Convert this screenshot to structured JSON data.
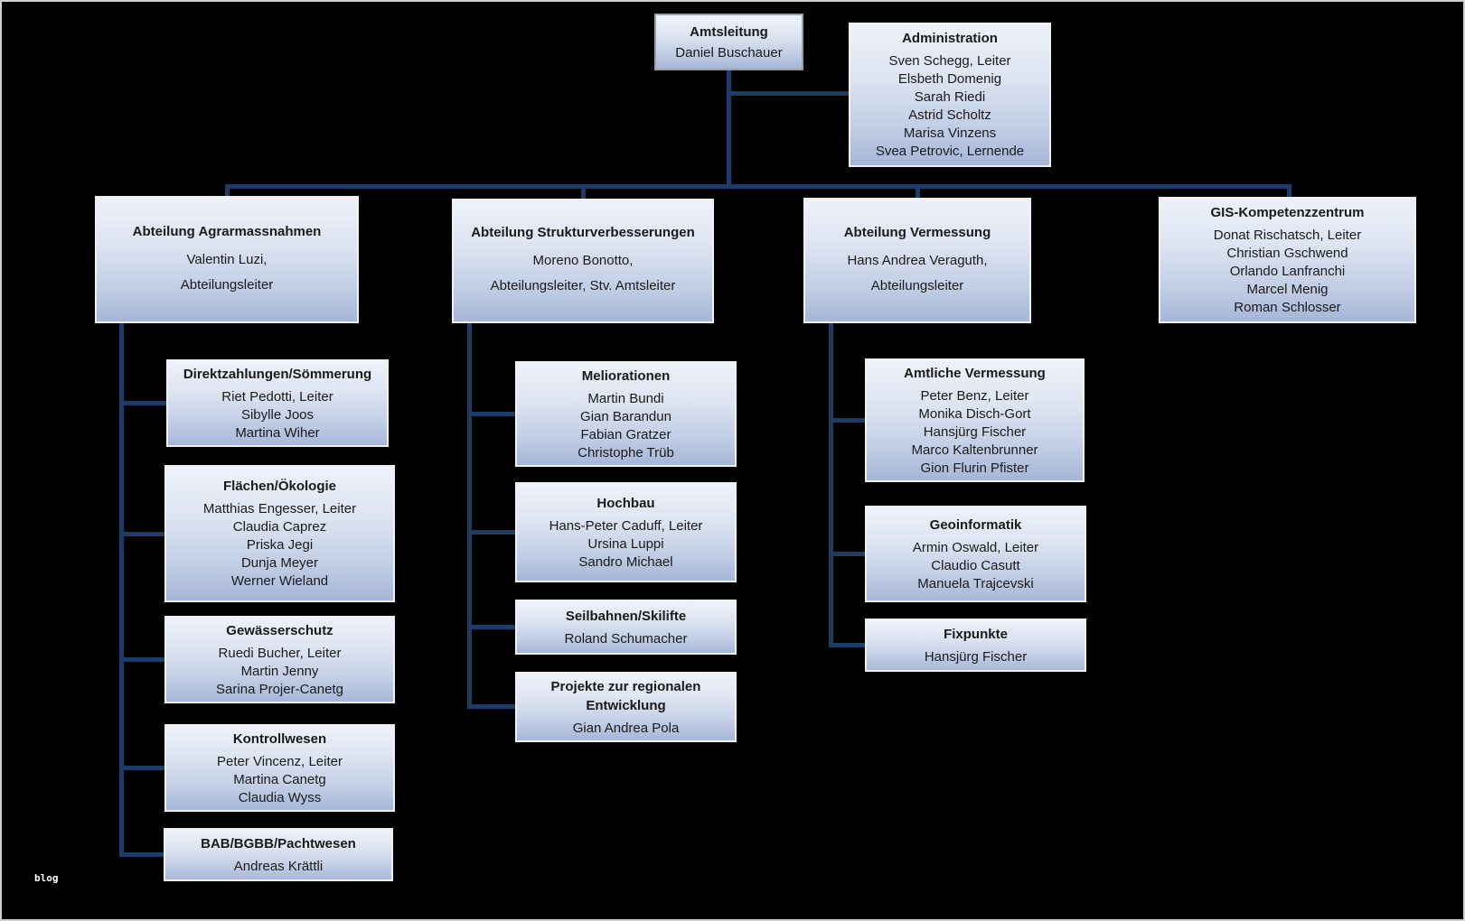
{
  "canvas": {
    "background": "#000000",
    "border_color": "#cfcfcf",
    "watermark": "blog"
  },
  "colors": {
    "connector": "#1e3c64",
    "box_fill_top": "#eef1f8",
    "box_fill_bottom": "#a6b6d7",
    "box_border": "#f0f0f0",
    "root_box_border": "#9aa0a8",
    "text": "#1a1a1a"
  },
  "org": {
    "root": {
      "title": "Amtsleitung",
      "members": [
        "Daniel Buschauer"
      ]
    },
    "administration": {
      "title": "Administration",
      "members": [
        "Sven Schegg, Leiter",
        "Elsbeth Domenig",
        "Sarah Riedi",
        "Astrid Scholtz",
        "Marisa Vinzens",
        "Svea Petrovic, Lernende"
      ]
    },
    "departments": [
      {
        "title": "Abteilung Agrarmassnahmen",
        "members": [
          "Valentin Luzi,",
          "Abteilungsleiter"
        ],
        "units": [
          {
            "title": "Direktzahlungen/Sömmerung",
            "members": [
              "Riet Pedotti, Leiter",
              "Sibylle Joos",
              "Martina Wiher"
            ]
          },
          {
            "title": "Flächen/Ökologie",
            "members": [
              "Matthias Engesser, Leiter",
              "Claudia Caprez",
              "Priska Jegi",
              "Dunja Meyer",
              "Werner Wieland"
            ]
          },
          {
            "title": "Gewässerschutz",
            "members": [
              "Ruedi Bucher, Leiter",
              "Martin Jenny",
              "Sarina Projer-Canetg"
            ]
          },
          {
            "title": "Kontrollwesen",
            "members": [
              "Peter Vincenz, Leiter",
              "Martina Canetg",
              "Claudia Wyss"
            ]
          },
          {
            "title": "BAB/BGBB/Pachtwesen",
            "members": [
              "Andreas Krättli"
            ]
          }
        ]
      },
      {
        "title": "Abteilung Strukturverbesserungen",
        "members": [
          "Moreno Bonotto,",
          "Abteilungsleiter, Stv. Amtsleiter"
        ],
        "units": [
          {
            "title": "Meliorationen",
            "members": [
              "Martin Bundi",
              "Gian Barandun",
              "Fabian Gratzer",
              "Christophe Trüb"
            ]
          },
          {
            "title": "Hochbau",
            "members": [
              "Hans-Peter Caduff, Leiter",
              "Ursina  Luppi",
              "Sandro Michael"
            ]
          },
          {
            "title": "Seilbahnen/Skilifte",
            "members": [
              "Roland Schumacher"
            ]
          },
          {
            "title": "Projekte zur regionalen Entwicklung",
            "members": [
              "Gian Andrea Pola"
            ]
          }
        ]
      },
      {
        "title": "Abteilung Vermessung",
        "members": [
          "Hans Andrea Veraguth,",
          "Abteilungsleiter"
        ],
        "units": [
          {
            "title": "Amtliche Vermessung",
            "members": [
              "Peter Benz, Leiter",
              "Monika Disch-Gort",
              "Hansjürg Fischer",
              "Marco Kaltenbrunner",
              "Gion Flurin Pfister"
            ]
          },
          {
            "title": "Geoinformatik",
            "members": [
              "Armin Oswald, Leiter",
              "Claudio Casutt",
              "Manuela Trajcevski"
            ]
          },
          {
            "title": "Fixpunkte",
            "members": [
              "Hansjürg Fischer"
            ]
          }
        ]
      },
      {
        "title": "GIS-Kompetenzzentrum",
        "members": [
          "Donat Rischatsch, Leiter",
          "Christian Gschwend",
          "Orlando Lanfranchi",
          "Marcel Menig",
          "Roman Schlosser"
        ],
        "units": []
      }
    ]
  }
}
